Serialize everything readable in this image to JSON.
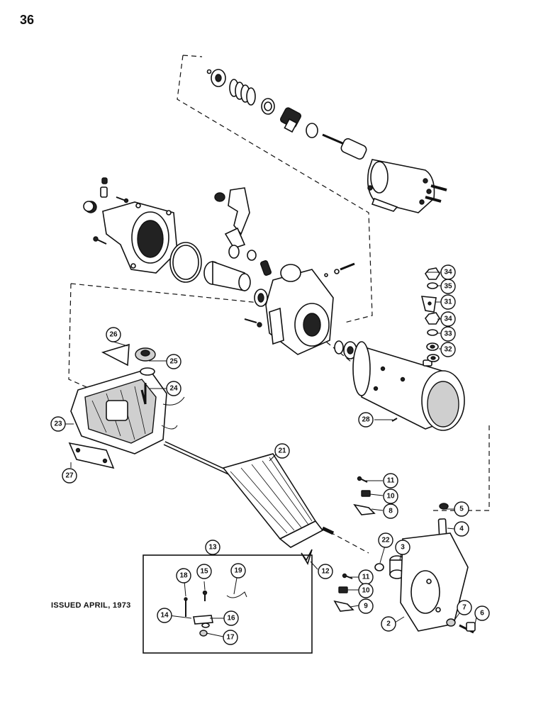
{
  "page": {
    "number": "36",
    "issued": "ISSUED APRIL, 1973"
  },
  "callouts": {
    "c2": "2",
    "c3": "3",
    "c4": "4",
    "c5": "5",
    "c6": "6",
    "c7": "7",
    "c8": "8",
    "c9": "9",
    "c10a": "10",
    "c10b": "10",
    "c11a": "11",
    "c11b": "11",
    "c12": "12",
    "c13": "13",
    "c14": "14",
    "c15": "15",
    "c16": "16",
    "c17": "17",
    "c18": "18",
    "c19": "19",
    "c21": "21",
    "c22": "22",
    "c23": "23",
    "c24": "24",
    "c25": "25",
    "c26": "26",
    "c27": "27",
    "c28": "28",
    "c31": "31",
    "c32": "32",
    "c33": "33",
    "c34a": "34",
    "c34b": "34",
    "c35": "35"
  }
}
